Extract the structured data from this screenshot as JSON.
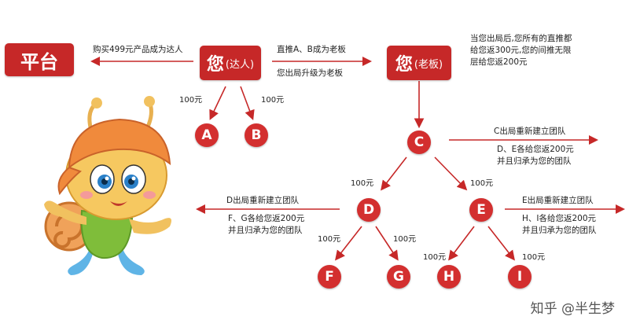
{
  "platform_label": "平台",
  "you_expert": {
    "main": "您",
    "sub": "(达人)"
  },
  "you_boss": {
    "main": "您",
    "sub": "(老板)"
  },
  "buy_text": "购买499元产品成为达人",
  "direct_text": "直推A、B成为老板",
  "upgrade_text": "您出局升级为老板",
  "boss_note": [
    "当您出局后,您所有的直推都",
    "给您返300元,您的间推无限",
    "层给您返200元"
  ],
  "nodes": {
    "A": "A",
    "B": "B",
    "C": "C",
    "D": "D",
    "E": "E",
    "F": "F",
    "G": "G",
    "H": "H",
    "I": "I"
  },
  "amounts": {
    "a": "100元",
    "b": "100元",
    "d": "100元",
    "e": "100元",
    "f": "100元",
    "g": "100元",
    "h": "100元",
    "i": "100元"
  },
  "c_note": {
    "line1": "C出局重新建立团队",
    "line2": "D、E各给您返200元",
    "line3": "并且归承为您的团队"
  },
  "d_note": {
    "line1": "D出局重新建立团队",
    "line2": "F、G各给您返200元",
    "line3": "并且归承为您的团队"
  },
  "e_note": {
    "line1": "E出局重新建立团队",
    "line2": "H、I各给您返200元",
    "line3": "并且归承为您的团队"
  },
  "watermark": "知乎 @半生梦",
  "colors": {
    "red": "#d32f2f",
    "box": "#c62828",
    "arrow": "#c62828"
  }
}
